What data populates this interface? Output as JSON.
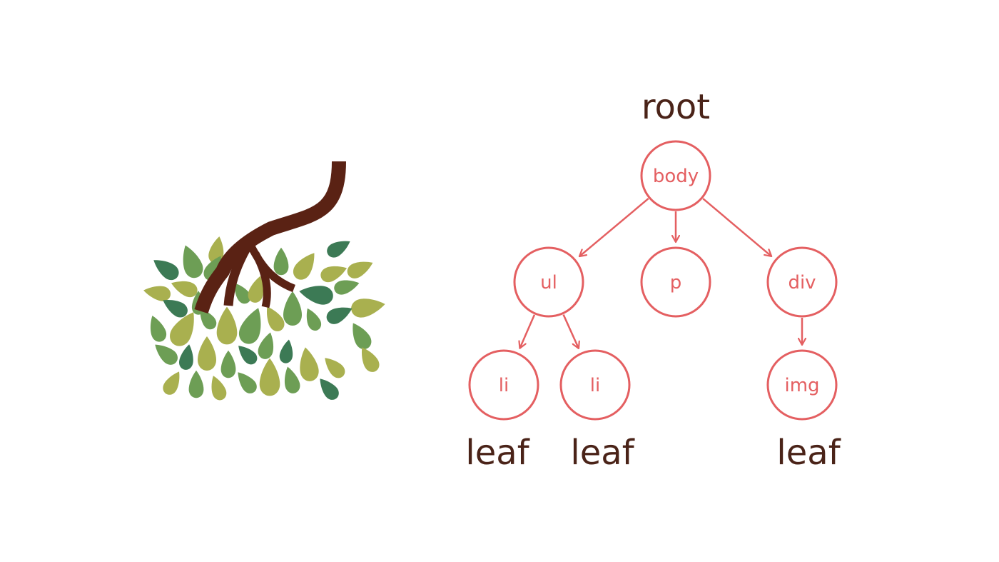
{
  "colors": {
    "background": "#ffffff",
    "node_stroke": "#e45f61",
    "node_text": "#e45f61",
    "label_text": "#4a2318",
    "branch": "#5a2214",
    "leaf_dark": "#3c7a55",
    "leaf_mid": "#6d9e55",
    "leaf_light": "#a9b04f"
  },
  "illustration": {
    "icon": "tree-branch-with-leaves"
  },
  "tree": {
    "root_label": "root",
    "leaf_label": "leaf",
    "nodes": [
      {
        "id": "body",
        "label": "body"
      },
      {
        "id": "ul",
        "label": "ul"
      },
      {
        "id": "p",
        "label": "p"
      },
      {
        "id": "div",
        "label": "div"
      },
      {
        "id": "li1",
        "label": "li"
      },
      {
        "id": "li2",
        "label": "li"
      },
      {
        "id": "img",
        "label": "img"
      }
    ],
    "edges": [
      {
        "from": "body",
        "to": "ul"
      },
      {
        "from": "body",
        "to": "p"
      },
      {
        "from": "body",
        "to": "div"
      },
      {
        "from": "ul",
        "to": "li1"
      },
      {
        "from": "ul",
        "to": "li2"
      },
      {
        "from": "div",
        "to": "img"
      }
    ]
  }
}
